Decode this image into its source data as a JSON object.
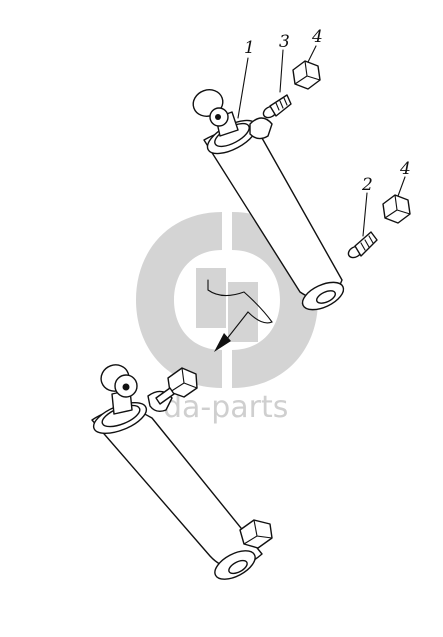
{
  "callouts": {
    "c1": "1",
    "c3": "3",
    "c4a": "4",
    "c2": "2",
    "c4b": "4"
  },
  "watermark": {
    "text": "da-parts",
    "color": "#cfcfcf"
  }
}
